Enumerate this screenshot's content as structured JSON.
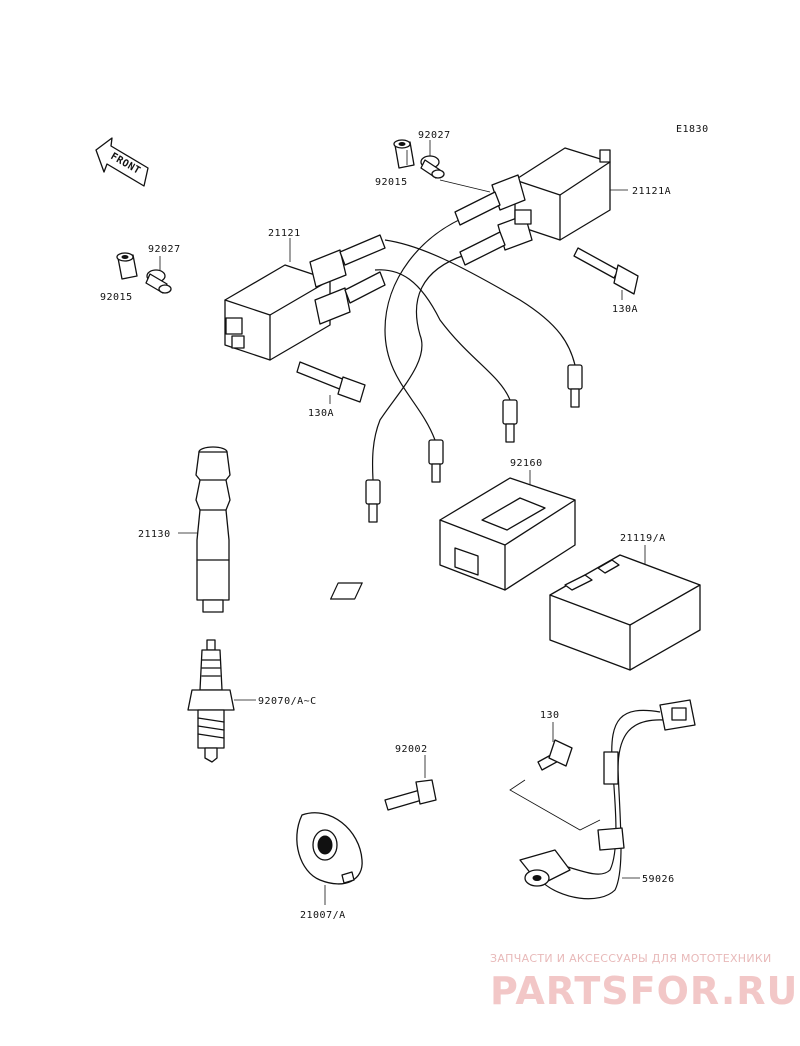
{
  "diagram_code": "E1830",
  "front_label": "FRONT",
  "part_labels": {
    "p92027_top": "92027",
    "p92015_top": "92015",
    "p21121A": "21121A",
    "p130A_right": "130A",
    "p21121": "21121",
    "p92027_left": "92027",
    "p92015_left": "92015",
    "p130A_left": "130A",
    "p92160": "92160",
    "p21130": "21130",
    "p21119A": "21119/A",
    "p92070": "92070/A~C",
    "p130": "130",
    "p92002": "92002",
    "p59026": "59026",
    "p21007A": "21007/A"
  },
  "watermark": {
    "subtitle": "ЗАПЧАСТИ И АКСЕССУАРЫ ДЛЯ МОТОТЕХНИКИ",
    "logo_text": "PARTSFOR.RU"
  }
}
